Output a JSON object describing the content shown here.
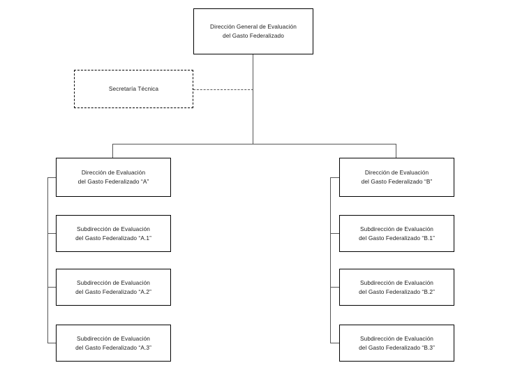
{
  "diagram": {
    "type": "organizational-chart",
    "title_node": {
      "id": "direccion-general",
      "label": "Dirección General de Evaluación\ndel Gasto Federalizado",
      "style": "solid"
    },
    "staff_node": {
      "id": "secretaria-tecnica",
      "label": "Secretaría Técnica",
      "style": "dashed"
    },
    "branches": [
      {
        "id": "branch-a",
        "head": {
          "id": "direccion-a",
          "label": "Dirección de Evaluación\ndel Gasto Federalizado “A”"
        },
        "children": [
          {
            "id": "subdireccion-a1",
            "label": "Subdirección de Evaluación\ndel Gasto Federalizado “A.1”"
          },
          {
            "id": "subdireccion-a2",
            "label": "Subdirección de Evaluación\ndel Gasto Federalizado “A.2”"
          },
          {
            "id": "subdireccion-a3",
            "label": "Subdirección de Evaluación\ndel Gasto Federalizado “A.3”"
          }
        ]
      },
      {
        "id": "branch-b",
        "head": {
          "id": "direccion-b",
          "label": "Dirección de Evaluación\ndel Gasto Federalizado “B”"
        },
        "children": [
          {
            "id": "subdireccion-b1",
            "label": "Subdirección de Evaluación\ndel Gasto Federalizado “B.1”"
          },
          {
            "id": "subdireccion-b2",
            "label": "Subdirección de Evaluación\ndel Gasto Federalizado “B.2”"
          },
          {
            "id": "subdireccion-b3",
            "label": "Subdirección de Evaluación\ndel Gasto Federalizado “B.3”"
          }
        ]
      }
    ],
    "colors": {
      "background": "#ffffff",
      "box_border": "#000000",
      "connector": "#555555",
      "text": "#1a1a1a"
    }
  }
}
